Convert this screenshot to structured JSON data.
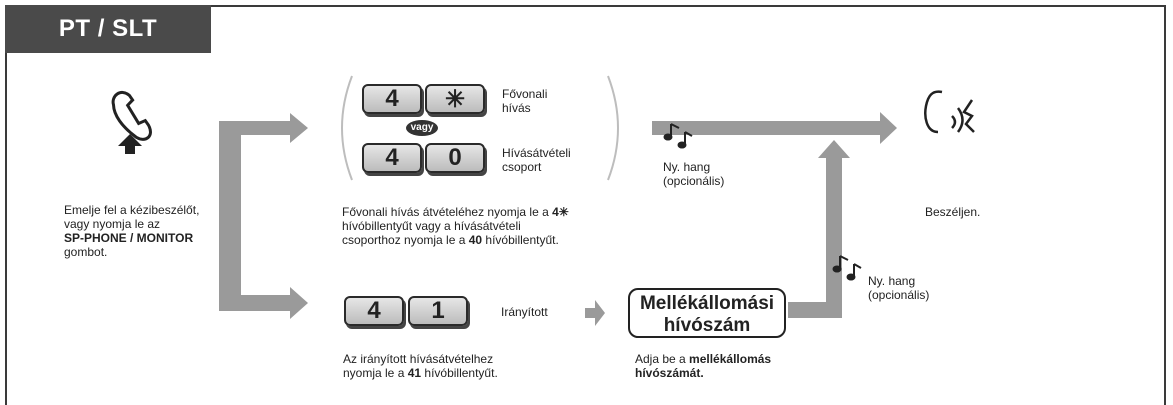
{
  "header": {
    "title": "PT / SLT"
  },
  "step1": {
    "line1": "Emelje fel a kézibeszélőt,",
    "line2": "vagy nyomja le az",
    "bold": "SP-PHONE / MONITOR",
    "line4": "gombot."
  },
  "keys": {
    "k4a": "4",
    "kstar": "✳",
    "k4b": "4",
    "k0": "0",
    "k4c": "4",
    "k1": "1",
    "or": "vagy"
  },
  "labels": {
    "trunk": [
      "Fővonali",
      "hívás"
    ],
    "group": [
      "Hívásátvételi",
      "csoport"
    ],
    "directed": "Irányított",
    "tone1": [
      "Ny. hang",
      "(opcionális)"
    ],
    "tone2": [
      "Ny. hang",
      "(opcionális)"
    ],
    "talk": "Beszéljen."
  },
  "caption_mid": {
    "l1_pre": "Fővonali hívás átvételéhez nyomja le a ",
    "l1_bold": "4✳",
    "l2": "hívóbillentyűt vagy a hívásátvételi",
    "l3_pre": "csoporthoz nyomja le a ",
    "l3_bold": "40",
    "l3_post": " hívóbillentyűt."
  },
  "caption_bottom": {
    "l1": "Az irányított hívásátvételhez",
    "l2_pre": "nyomja le a ",
    "l2_bold": "41",
    "l2_post": " hívóbillentyűt."
  },
  "ext": {
    "box_l1": "Mellékállomási",
    "box_l2": "hívószám",
    "cap_pre": "Adja be a ",
    "cap_bold1": "mellékállomás",
    "cap_bold2": "hívószámát."
  },
  "icons": [
    "handset-lift-icon",
    "music-note-icon",
    "talk-icon"
  ],
  "colors": {
    "arrow": "#9a9a9a",
    "header": "#4a4a4a",
    "border": "#3a3a3a"
  }
}
